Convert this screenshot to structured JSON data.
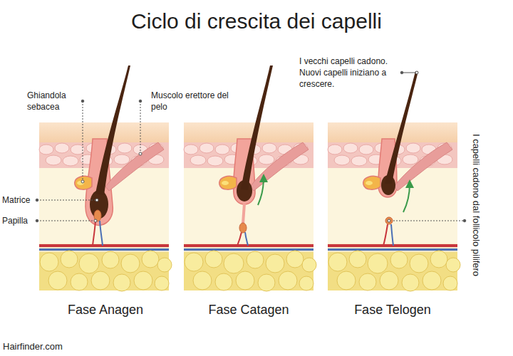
{
  "diagram": {
    "title": "Ciclo di crescita dei capelli",
    "labels": [
      "Ghiandola sebacea",
      "Muscolo erettore del pelo",
      "Matrice",
      "Papilla",
      "I vecchi capelli cadono. Nuovi capelli iniziano a crescere.",
      "I capelli cadono dal follicolo pilifero",
      "Fase Anagen",
      "Fase Catagen",
      "Fase Telogen",
      "Hairfinder.com"
    ]
  }
}
